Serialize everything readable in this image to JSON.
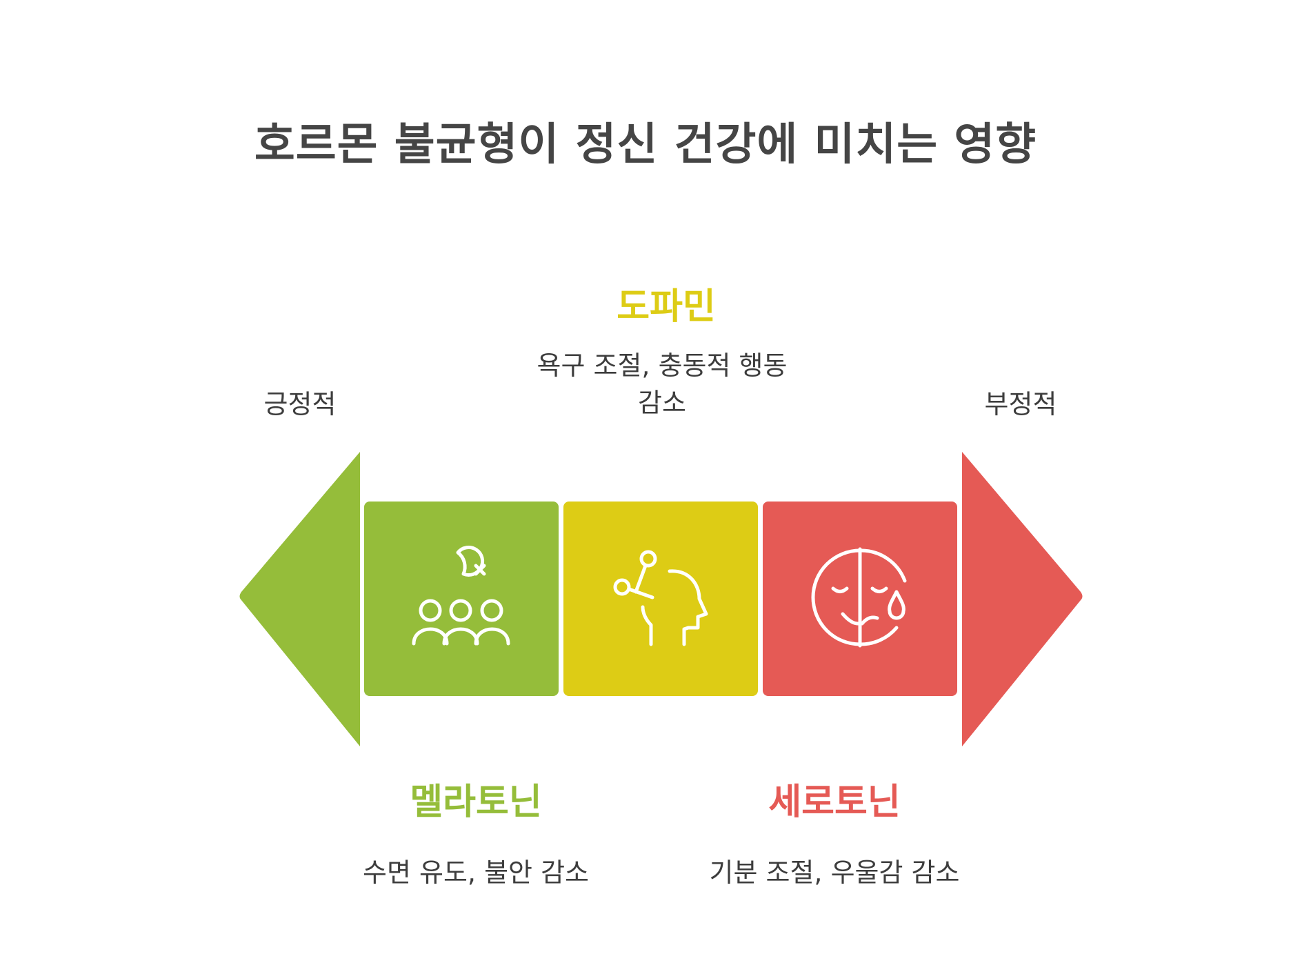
{
  "title": "호르몬 불균형이 정신 건강에 미치는 영향",
  "poles": {
    "left": "긍정적",
    "right": "부정적"
  },
  "hormones": [
    {
      "name": "멜라토닌",
      "description": "수면 유도, 불안 감소",
      "icon": "sleep-moon-group-icon",
      "color": "#95bd3a"
    },
    {
      "name": "도파민",
      "description_lines": [
        "욕구 조절, 충동적 행동",
        "감소"
      ],
      "icon": "head-brain-nodes-icon",
      "color": "#ddcc15"
    },
    {
      "name": "세로토닌",
      "description": "기분 조절, 우울감 감소",
      "icon": "sad-tear-face-icon",
      "color": "#e55a55"
    }
  ]
}
